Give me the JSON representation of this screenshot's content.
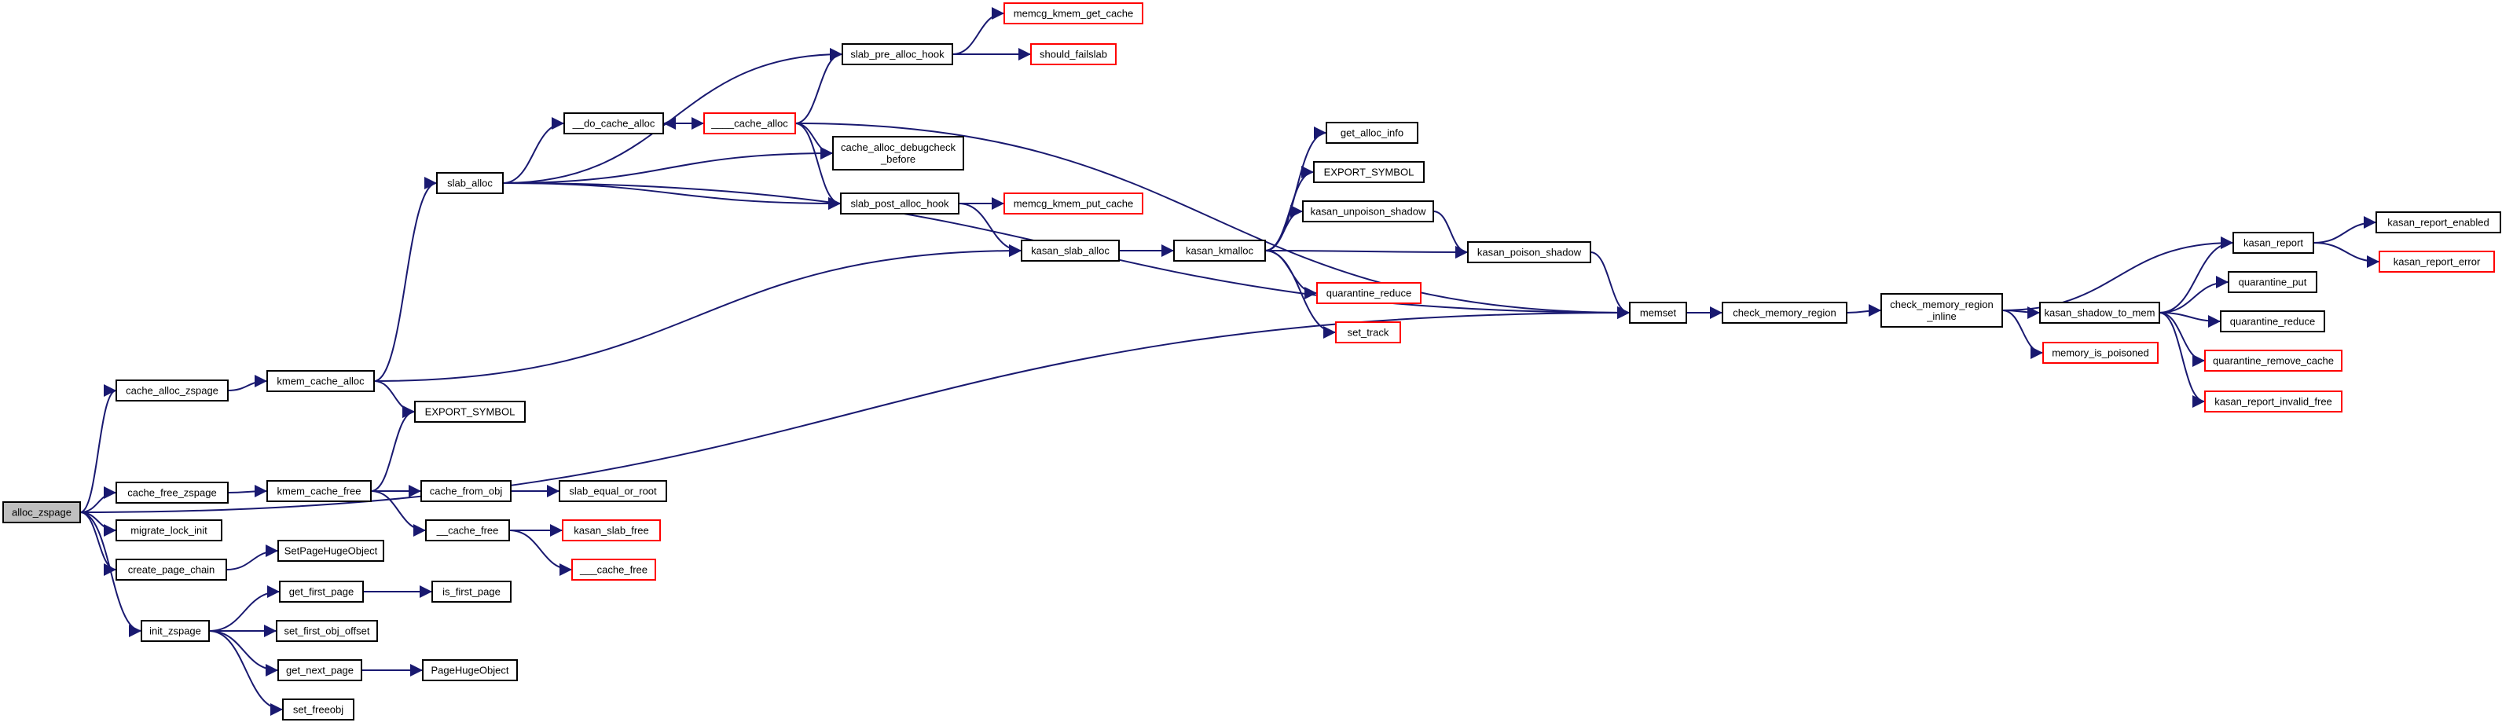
{
  "colors": {
    "edge": "#191970",
    "border_normal": "#000000",
    "border_truncated": "#ff0000",
    "fill_normal": "#ffffff",
    "fill_root": "#bfbfbf",
    "text": "#000000"
  },
  "nodes": [
    {
      "id": "alloc_zspage",
      "lines": [
        "alloc_zspage"
      ],
      "style": "root"
    },
    {
      "id": "cache_alloc_zspage",
      "lines": [
        "cache_alloc_zspage"
      ],
      "style": "normal"
    },
    {
      "id": "cache_free_zspage",
      "lines": [
        "cache_free_zspage"
      ],
      "style": "normal"
    },
    {
      "id": "migrate_lock_init",
      "lines": [
        "migrate_lock_init"
      ],
      "style": "normal"
    },
    {
      "id": "create_page_chain",
      "lines": [
        "create_page_chain"
      ],
      "style": "normal"
    },
    {
      "id": "init_zspage",
      "lines": [
        "init_zspage"
      ],
      "style": "normal"
    },
    {
      "id": "kmem_cache_alloc",
      "lines": [
        "kmem_cache_alloc"
      ],
      "style": "normal"
    },
    {
      "id": "kmem_cache_free",
      "lines": [
        "kmem_cache_free"
      ],
      "style": "normal"
    },
    {
      "id": "SetPageHugeObject",
      "lines": [
        "SetPageHugeObject"
      ],
      "style": "normal"
    },
    {
      "id": "get_first_page",
      "lines": [
        "get_first_page"
      ],
      "style": "normal"
    },
    {
      "id": "set_first_obj_offset",
      "lines": [
        "set_first_obj_offset"
      ],
      "style": "normal"
    },
    {
      "id": "get_next_page",
      "lines": [
        "get_next_page"
      ],
      "style": "normal"
    },
    {
      "id": "set_freeobj",
      "lines": [
        "set_freeobj"
      ],
      "style": "normal"
    },
    {
      "id": "slab_alloc",
      "lines": [
        "slab_alloc"
      ],
      "style": "normal"
    },
    {
      "id": "EXPORT_SYMBOL_1",
      "lines": [
        "EXPORT_SYMBOL"
      ],
      "style": "normal"
    },
    {
      "id": "cache_from_obj",
      "lines": [
        "cache_from_obj"
      ],
      "style": "normal"
    },
    {
      "id": "__cache_free",
      "lines": [
        "__cache_free"
      ],
      "style": "normal"
    },
    {
      "id": "is_first_page",
      "lines": [
        "is_first_page"
      ],
      "style": "normal"
    },
    {
      "id": "PageHugeObject",
      "lines": [
        "PageHugeObject"
      ],
      "style": "normal"
    },
    {
      "id": "slab_equal_or_root",
      "lines": [
        "slab_equal_or_root"
      ],
      "style": "normal"
    },
    {
      "id": "kasan_slab_free",
      "lines": [
        "kasan_slab_free"
      ],
      "style": "truncated"
    },
    {
      "id": "___cache_free",
      "lines": [
        "___cache_free"
      ],
      "style": "truncated"
    },
    {
      "id": "__do_cache_alloc",
      "lines": [
        "__do_cache_alloc"
      ],
      "style": "normal"
    },
    {
      "id": "____cache_alloc",
      "lines": [
        "____cache_alloc"
      ],
      "style": "truncated"
    },
    {
      "id": "slab_pre_alloc_hook",
      "lines": [
        "slab_pre_alloc_hook"
      ],
      "style": "normal"
    },
    {
      "id": "cache_alloc_debugcheck_before",
      "lines": [
        "cache_alloc_debugcheck",
        "_before"
      ],
      "style": "normal"
    },
    {
      "id": "slab_post_alloc_hook",
      "lines": [
        "slab_post_alloc_hook"
      ],
      "style": "normal"
    },
    {
      "id": "memcg_kmem_get_cache",
      "lines": [
        "memcg_kmem_get_cache"
      ],
      "style": "truncated"
    },
    {
      "id": "should_failslab",
      "lines": [
        "should_failslab"
      ],
      "style": "truncated"
    },
    {
      "id": "memcg_kmem_put_cache",
      "lines": [
        "memcg_kmem_put_cache"
      ],
      "style": "truncated"
    },
    {
      "id": "kasan_slab_alloc",
      "lines": [
        "kasan_slab_alloc"
      ],
      "style": "normal"
    },
    {
      "id": "kasan_kmalloc",
      "lines": [
        "kasan_kmalloc"
      ],
      "style": "normal"
    },
    {
      "id": "get_alloc_info",
      "lines": [
        "get_alloc_info"
      ],
      "style": "normal"
    },
    {
      "id": "EXPORT_SYMBOL_2",
      "lines": [
        "EXPORT_SYMBOL"
      ],
      "style": "normal"
    },
    {
      "id": "kasan_unpoison_shadow",
      "lines": [
        "kasan_unpoison_shadow"
      ],
      "style": "normal"
    },
    {
      "id": "quarantine_reduce_1",
      "lines": [
        "quarantine_reduce"
      ],
      "style": "truncated"
    },
    {
      "id": "set_track",
      "lines": [
        "set_track"
      ],
      "style": "truncated"
    },
    {
      "id": "kasan_poison_shadow",
      "lines": [
        "kasan_poison_shadow"
      ],
      "style": "normal"
    },
    {
      "id": "memset",
      "lines": [
        "memset"
      ],
      "style": "normal"
    },
    {
      "id": "check_memory_region",
      "lines": [
        "check_memory_region"
      ],
      "style": "normal"
    },
    {
      "id": "check_memory_region_inline",
      "lines": [
        "check_memory_region",
        "_inline"
      ],
      "style": "normal"
    },
    {
      "id": "memory_is_poisoned",
      "lines": [
        "memory_is_poisoned"
      ],
      "style": "truncated"
    },
    {
      "id": "kasan_shadow_to_mem",
      "lines": [
        "kasan_shadow_to_mem"
      ],
      "style": "normal"
    },
    {
      "id": "kasan_report",
      "lines": [
        "kasan_report"
      ],
      "style": "normal"
    },
    {
      "id": "quarantine_put",
      "lines": [
        "quarantine_put"
      ],
      "style": "normal"
    },
    {
      "id": "quarantine_reduce_2",
      "lines": [
        "quarantine_reduce"
      ],
      "style": "normal"
    },
    {
      "id": "quarantine_remove_cache",
      "lines": [
        "quarantine_remove_cache"
      ],
      "style": "truncated"
    },
    {
      "id": "kasan_report_invalid_free",
      "lines": [
        "kasan_report_invalid_free"
      ],
      "style": "truncated"
    },
    {
      "id": "kasan_report_enabled",
      "lines": [
        "kasan_report_enabled"
      ],
      "style": "normal"
    },
    {
      "id": "kasan_report_error",
      "lines": [
        "kasan_report_error"
      ],
      "style": "truncated"
    }
  ],
  "edges": [
    [
      "alloc_zspage",
      "cache_alloc_zspage"
    ],
    [
      "alloc_zspage",
      "memset"
    ],
    [
      "alloc_zspage",
      "cache_free_zspage"
    ],
    [
      "alloc_zspage",
      "migrate_lock_init"
    ],
    [
      "alloc_zspage",
      "create_page_chain"
    ],
    [
      "alloc_zspage",
      "init_zspage"
    ],
    [
      "cache_alloc_zspage",
      "kmem_cache_alloc"
    ],
    [
      "kmem_cache_alloc",
      "slab_alloc"
    ],
    [
      "kmem_cache_alloc",
      "kasan_slab_alloc"
    ],
    [
      "kmem_cache_alloc",
      "EXPORT_SYMBOL_1"
    ],
    [
      "cache_free_zspage",
      "kmem_cache_free"
    ],
    [
      "kmem_cache_free",
      "EXPORT_SYMBOL_1"
    ],
    [
      "kmem_cache_free",
      "cache_from_obj"
    ],
    [
      "kmem_cache_free",
      "__cache_free"
    ],
    [
      "cache_from_obj",
      "slab_equal_or_root"
    ],
    [
      "__cache_free",
      "kasan_slab_free"
    ],
    [
      "__cache_free",
      "___cache_free"
    ],
    [
      "create_page_chain",
      "SetPageHugeObject"
    ],
    [
      "init_zspage",
      "get_first_page"
    ],
    [
      "init_zspage",
      "set_first_obj_offset"
    ],
    [
      "init_zspage",
      "get_next_page"
    ],
    [
      "init_zspage",
      "set_freeobj"
    ],
    [
      "get_first_page",
      "is_first_page"
    ],
    [
      "get_next_page",
      "PageHugeObject"
    ],
    [
      "slab_alloc",
      "__do_cache_alloc"
    ],
    [
      "slab_alloc",
      "slab_pre_alloc_hook"
    ],
    [
      "slab_alloc",
      "cache_alloc_debugcheck_before"
    ],
    [
      "slab_alloc",
      "slab_post_alloc_hook"
    ],
    [
      "slab_alloc",
      "memset"
    ],
    [
      "__do_cache_alloc",
      "____cache_alloc"
    ],
    [
      "____cache_alloc",
      "__do_cache_alloc"
    ],
    [
      "____cache_alloc",
      "slab_pre_alloc_hook"
    ],
    [
      "____cache_alloc",
      "cache_alloc_debugcheck_before"
    ],
    [
      "____cache_alloc",
      "slab_post_alloc_hook"
    ],
    [
      "____cache_alloc",
      "memset"
    ],
    [
      "slab_pre_alloc_hook",
      "memcg_kmem_get_cache"
    ],
    [
      "slab_pre_alloc_hook",
      "should_failslab"
    ],
    [
      "slab_post_alloc_hook",
      "memcg_kmem_put_cache"
    ],
    [
      "slab_post_alloc_hook",
      "kasan_slab_alloc"
    ],
    [
      "kasan_slab_alloc",
      "kasan_kmalloc"
    ],
    [
      "kasan_kmalloc",
      "get_alloc_info"
    ],
    [
      "kasan_kmalloc",
      "EXPORT_SYMBOL_2"
    ],
    [
      "kasan_kmalloc",
      "kasan_unpoison_shadow"
    ],
    [
      "kasan_kmalloc",
      "kasan_poison_shadow"
    ],
    [
      "kasan_kmalloc",
      "quarantine_reduce_1"
    ],
    [
      "kasan_kmalloc",
      "set_track"
    ],
    [
      "kasan_unpoison_shadow",
      "kasan_poison_shadow"
    ],
    [
      "kasan_poison_shadow",
      "memset"
    ],
    [
      "memset",
      "check_memory_region"
    ],
    [
      "check_memory_region",
      "check_memory_region_inline"
    ],
    [
      "check_memory_region_inline",
      "kasan_report"
    ],
    [
      "check_memory_region_inline",
      "kasan_shadow_to_mem"
    ],
    [
      "check_memory_region_inline",
      "memory_is_poisoned"
    ],
    [
      "kasan_shadow_to_mem",
      "kasan_report"
    ],
    [
      "kasan_shadow_to_mem",
      "quarantine_put"
    ],
    [
      "kasan_shadow_to_mem",
      "quarantine_reduce_2"
    ],
    [
      "kasan_shadow_to_mem",
      "quarantine_remove_cache"
    ],
    [
      "kasan_shadow_to_mem",
      "kasan_report_invalid_free"
    ],
    [
      "kasan_report",
      "kasan_report_enabled"
    ],
    [
      "kasan_report",
      "kasan_report_error"
    ]
  ]
}
